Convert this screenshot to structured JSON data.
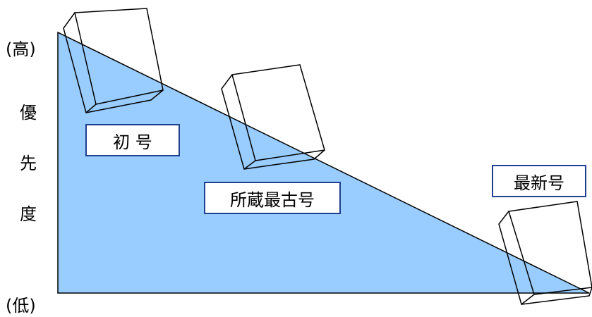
{
  "axis": {
    "high": "(高)",
    "low": "(低)",
    "title_chars": [
      "優",
      "先",
      "度"
    ]
  },
  "labels": {
    "first_issue": "初 号",
    "oldest_held": "所蔵最古号",
    "latest_issue": "最新号"
  },
  "colors": {
    "triangle_fill": "#99ccff",
    "stroke": "#000000",
    "label_border": "#1f3f8f"
  },
  "icons": [
    "book-icon",
    "book-icon",
    "book-icon"
  ]
}
